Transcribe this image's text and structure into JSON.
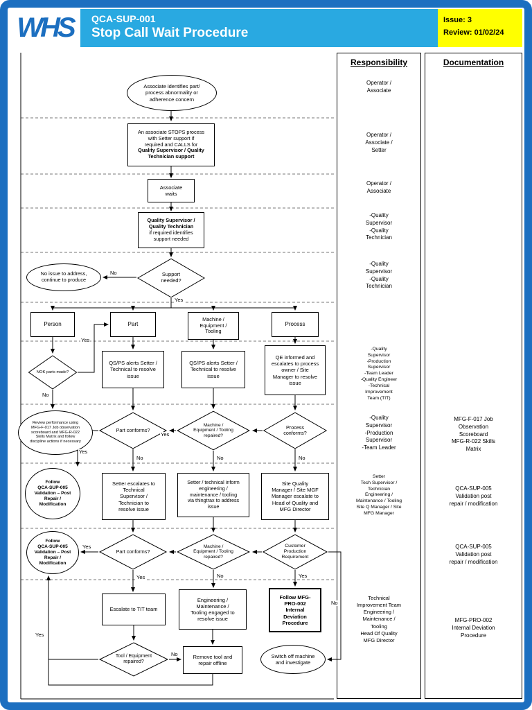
{
  "header": {
    "logo": "WHS",
    "doc_id": "QCA-SUP-001",
    "title": "Stop Call Wait Procedure",
    "issue": "Issue: 3",
    "review": "Review: 01/02/24"
  },
  "columns": {
    "responsibility": "Responsibility",
    "documentation": "Documentation"
  },
  "nodes": {
    "start": "Associate identifies part/\nprocess abnormality or\nadherence concern",
    "stops_a": "An associate STOPS process\nwith Setter support if\nrequired and CALLS for",
    "stops_b": "Quality Supervisor / Quality\nTechnician support",
    "waits": "Associate\nwaits",
    "qs_identifies_bold": "Quality Supervisor /\nQuality Technician",
    "qs_identifies_rest": "if required identifies\nsupport needed",
    "support_needed": "Support\nneeded?",
    "no_issue": "No issue to address,\ncontinue to produce",
    "person": "Person",
    "part": "Part",
    "machine": "Machine /\nEquipment /\nTooling",
    "process": "Process",
    "nok": "NOK parts made?",
    "qsps_part": "QS/PS alerts Setter /\nTechnical to resolve\nissue",
    "qsps_machine": "QS/PS alerts Setter /\nTechnical to resolve\nissue",
    "qe_informed": "QE informed and\nescalates to process\nowner / Site\nManager to resolve\nissue",
    "review_perf": "Review performance using\nMFG-F-017 Job observation\nscoreboard and MFG-R-022\nSkills Matrix and follow\ndiscipline actions if necessary",
    "part_conforms1": "Part conforms?",
    "machine_repaired1": "Machine /\nEquipment / Tooling\nrepaired?",
    "process_conforms": "Process\nconforms?",
    "follow_qca1": "Follow\nQCA-SUP-005\nValidation – Post\nRepair /\nModification",
    "setter_escalates": "Setter escalates to\nTechnical\nSupervisor /\nTechnician to\nresolve issue",
    "setter_inform": "Setter / technical inform\nengineering /\nmaintenance / tooling\nvia thingtrax to address\nissue",
    "site_quality": "Site Quality\nManager / Site MGF\nManager escalate to\nHead of Quality and\nMFG Director",
    "follow_qca2": "Follow\nQCA-SUP-005\nValidation – Post\nRepair /\nModification",
    "part_conforms2": "Part conforms?",
    "machine_repaired2": "Machine /\nEquipment / Tooling\nrepaired?",
    "customer_prod": "Customer\nProduction\nRequirement",
    "escalate_tit": "Escalate to TIT team",
    "eng_maint": "Engineering /\nMaintenance /\nTooling engaged to\nresolve issue",
    "follow_mfg": "Follow MFG-\nPRO-002\nInternal\nDeviation\nProcedure",
    "tool_repaired": "Tool / Equipment\nrepaired?",
    "remove_tool": "Remove tool and\nrepair offline",
    "switch_off": "Switch off machine\nand investigate"
  },
  "responsibility": {
    "r1": "Operator /\nAssociate",
    "r2": "Operator /\nAssociate /\nSetter",
    "r3": "Operator /\nAssociate",
    "r4": "-Quality\nSupervisor\n-Quality\nTechnician",
    "r5": "-Quality\nSupervisor\n-Quality\nTechnician",
    "r7": "-Quality\nSupervisor\n-Production\nSupervisor\n-Team Leader\n-Quality Engineer\n-Technical\nImprovement\nTeam (TIT)",
    "r8": "-Quality\nSupervisor\n-Production\nSupervisor\n-Team Leader",
    "r9": "Setter\nTech Supervisor /\nTechnician\nEngineering /\nMaintenance / Tooling\nSite Q Manager / Site\nMFG Manager",
    "r11": "Technical\nImprovement Team\nEngineering /\nMaintenance /\nTooling\nHead Of Quality\nMFG Director"
  },
  "documentation": {
    "d8": "MFG-F-017 Job\nObservation\nScoreboard\nMFG-R-022 Skills\nMatrix",
    "d9": "QCA-SUP-005\nValidation post\nrepair / modification",
    "d10": "QCA-SUP-005\nValidation post\nrepair / modification",
    "d11": "MFG-PRO-002\nInternal Deviation\nProcedure"
  },
  "edge_labels": {
    "support_no": "No",
    "support_yes": "Yes",
    "nok_yes": "Yes",
    "nok_no": "No",
    "part1_yes": "Yes",
    "part1_no": "No",
    "machine1_yes": "Yes",
    "machine1_no": "No",
    "process_no": "No",
    "part2_yes": "Yes",
    "part2_down_yes": "Yes",
    "machine2_no": "No",
    "customer_yes": "Yes",
    "customer_no": "No",
    "tool_yes": "Yes",
    "tool_no": "No"
  }
}
